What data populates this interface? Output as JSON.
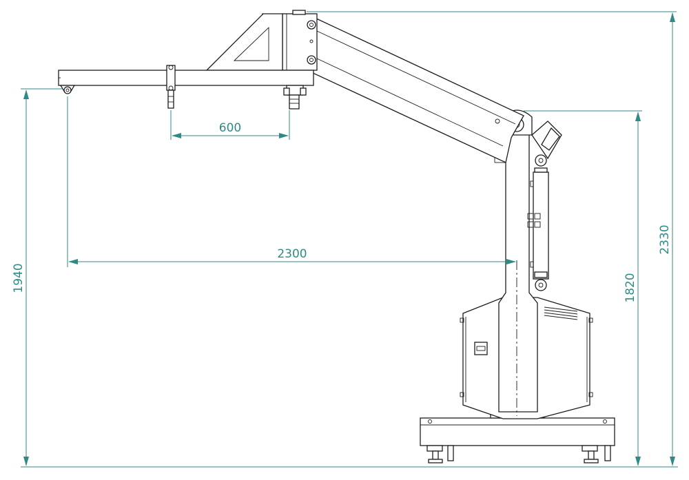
{
  "drawing": {
    "line_color": "#1c1c1c",
    "dimension_color": "#2f8a86",
    "background": "#ffffff"
  },
  "dimensions": {
    "d600": "600",
    "d2300": "2300",
    "d1940": "1940",
    "d1820": "1820",
    "d2330": "2330"
  }
}
